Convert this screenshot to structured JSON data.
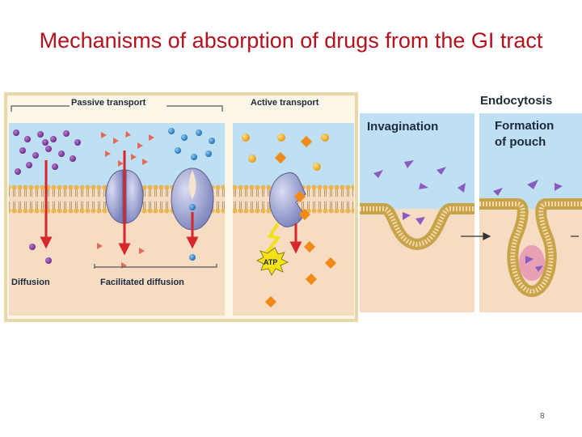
{
  "slide": {
    "title": "Mechanisms of absorption of drugs from the GI tract",
    "page_number": "8"
  },
  "figure": {
    "passive_transport": "Passive transport",
    "active_transport": "Active transport",
    "diffusion": "Diffusion",
    "facilitated_diffusion": "Facilitated diffusion",
    "atp": "ATP",
    "endocytosis": "Endocytosis",
    "invagination": "Invagination",
    "formation_line1": "Formation",
    "formation_line2": "of pouch"
  },
  "colors": {
    "title": "#b5121b",
    "extracellular": "#bfdff3",
    "intracellular": "#f7dcc4",
    "membrane_head": "#e8b552",
    "arrow": "#d7262c",
    "protein": "#8e96cc"
  }
}
